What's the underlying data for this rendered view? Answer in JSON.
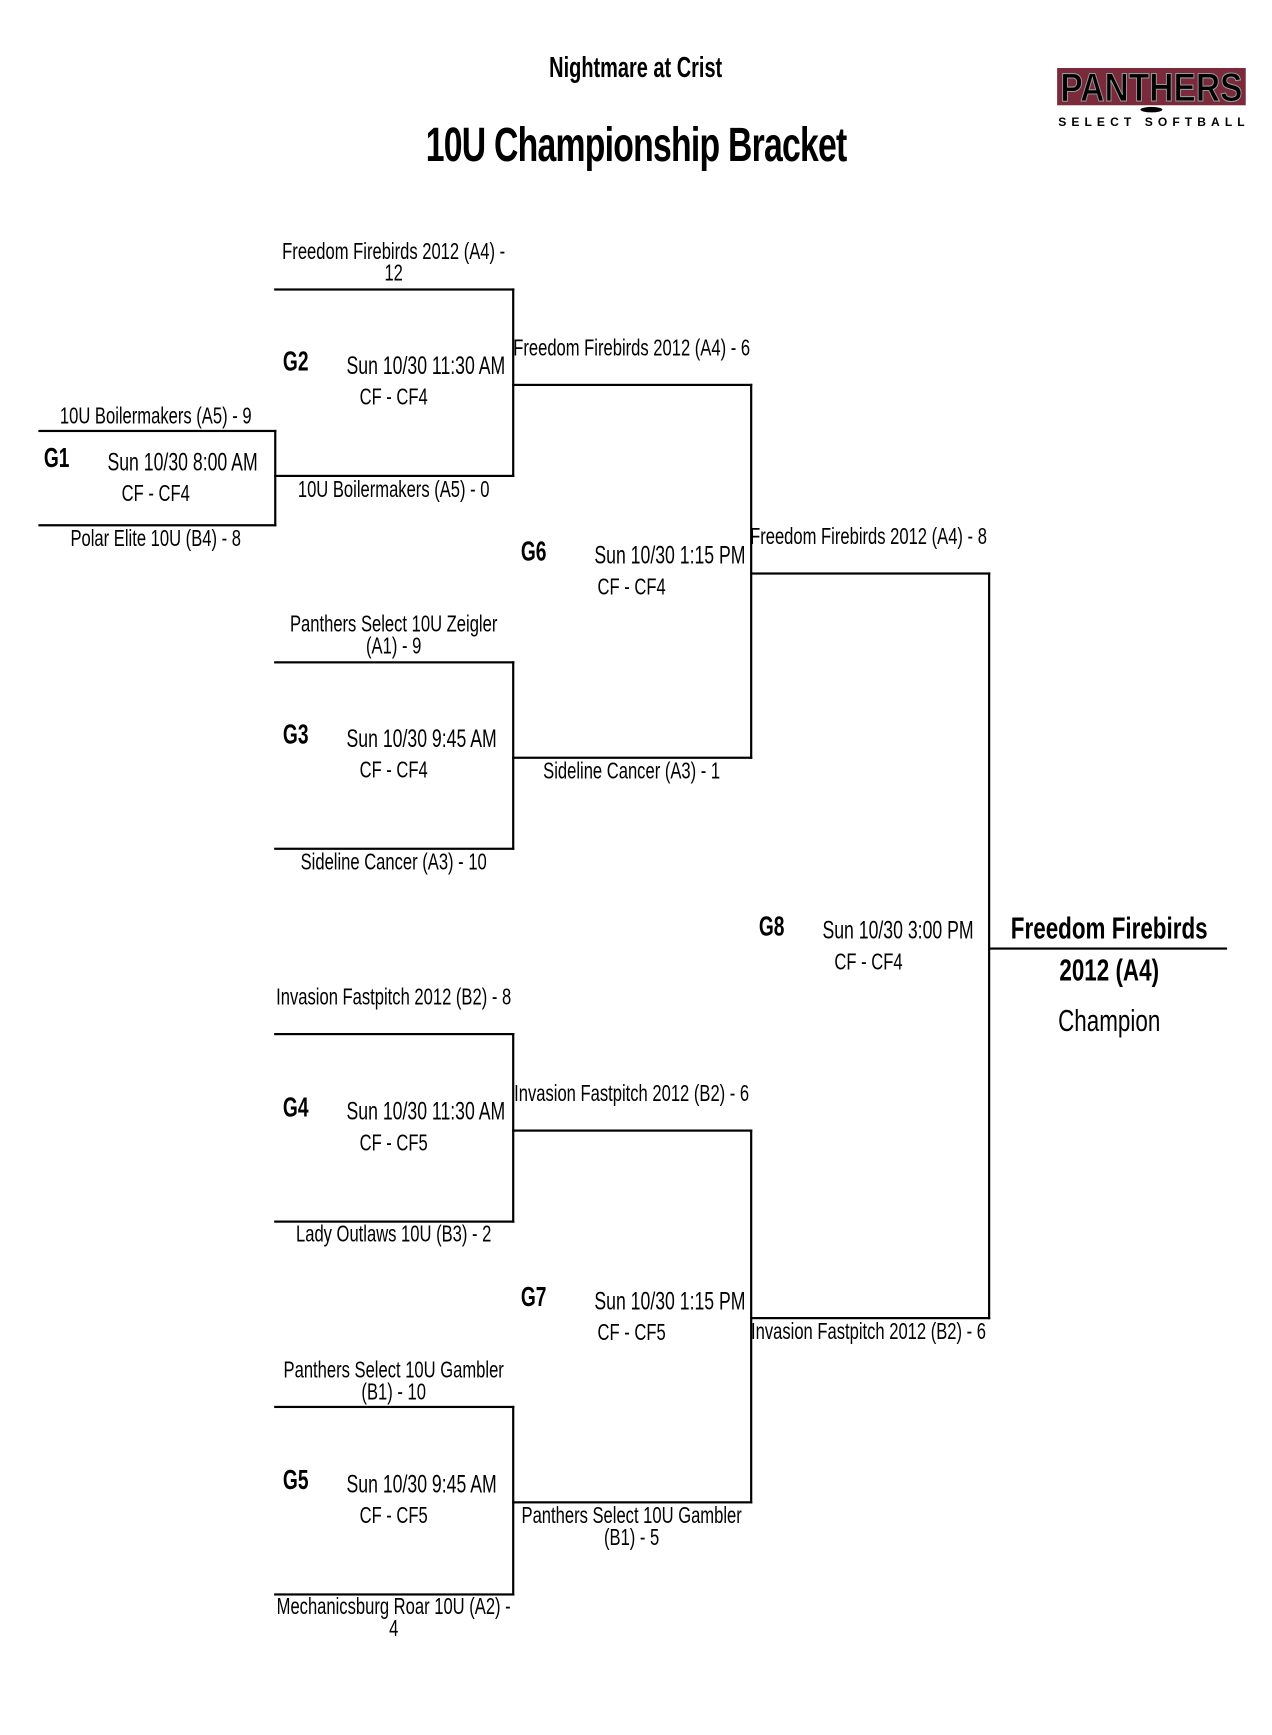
{
  "header": {
    "event": "Nightmare at Crist",
    "title": "10U Championship Bracket"
  },
  "logo": {
    "text": "PANTHERS",
    "subtext": "SELECT SOFTBALL",
    "colors": {
      "fill": "#000000",
      "outline": "#7a2a3a"
    }
  },
  "games": {
    "g1": {
      "label": "G1",
      "time": "Sun 10/30  8:00 AM",
      "field": "CF - CF4",
      "top_team": "10U Boilermakers (A5) - 9",
      "bottom_team": "Polar Elite 10U (B4) - 8"
    },
    "g2": {
      "label": "G2",
      "time": "Sun 10/30  11:30 AM",
      "field": "CF - CF4",
      "top_team": "Freedom Firebirds 2012 (A4) - 12",
      "bottom_team": "10U Boilermakers (A5) - 0"
    },
    "g3": {
      "label": "G3",
      "time": "Sun 10/30  9:45 AM",
      "field": "CF - CF4",
      "top_team": "Panthers Select 10U Zeigler (A1) - 9",
      "bottom_team": "Sideline Cancer (A3) - 10"
    },
    "g4": {
      "label": "G4",
      "time": "Sun 10/30  11:30 AM",
      "field": "CF - CF5",
      "top_team": "Invasion Fastpitch 2012 (B2) - 8",
      "bottom_team": "Lady Outlaws 10U (B3) - 2"
    },
    "g5": {
      "label": "G5",
      "time": "Sun 10/30  9:45 AM",
      "field": "CF - CF5",
      "top_team": "Panthers Select 10U Gambler (B1) - 10",
      "bottom_team": "Mechanicsburg Roar 10U (A2) - 4"
    },
    "g6": {
      "label": "G6",
      "time": "Sun 10/30  1:15 PM",
      "field": "CF - CF4",
      "top_team": "Freedom Firebirds 2012 (A4) - 6",
      "bottom_team": "Sideline Cancer (A3) - 1"
    },
    "g7": {
      "label": "G7",
      "time": "Sun 10/30  1:15 PM",
      "field": "CF - CF5",
      "top_team": "Invasion Fastpitch 2012 (B2) - 6",
      "bottom_team": "Panthers Select 10U Gambler (B1) - 5"
    },
    "g8": {
      "label": "G8",
      "time": "Sun 10/30  3:00 PM",
      "field": "CF - CF4",
      "top_team": "Freedom Firebirds 2012 (A4) - 8",
      "bottom_team": "Invasion Fastpitch 2012 (B2) - 6"
    }
  },
  "champion": {
    "team": "Freedom Firebirds 2012 (A4)",
    "label": "Champion"
  }
}
